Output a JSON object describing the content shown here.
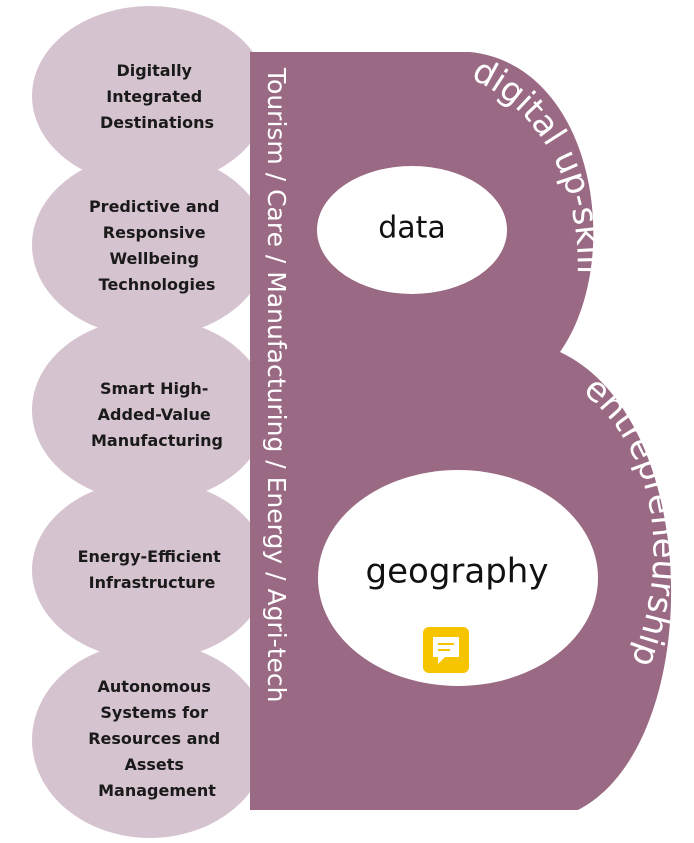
{
  "colors": {
    "lobe": "#d6c3d0",
    "band": "#9a6a84",
    "oval": "#ffffff",
    "lobe_text": "#1a1a1a",
    "band_text": "#ffffff",
    "comment_icon": "#f6c500"
  },
  "lobes": [
    {
      "lines": [
        "Digitally",
        "Integrated",
        "Destinations"
      ]
    },
    {
      "lines": [
        "Predictive and",
        "Responsive",
        "Wellbeing",
        "Technologies"
      ]
    },
    {
      "lines": [
        "Smart High-",
        "Added-Value",
        "Manufacturing"
      ]
    },
    {
      "lines": [
        "Energy-Efficient",
        "Infrastructure"
      ]
    },
    {
      "lines": [
        "Autonomous",
        "Systems for",
        "Resources and",
        "Assets",
        "Management"
      ]
    }
  ],
  "sectors_label": "Tourism / Care / Manufacturing / Energy / Agri-tech",
  "upper_arc_label": "digital up-skill",
  "lower_arc_label": "entrepreneurship",
  "upper_oval_label": "data",
  "lower_oval_label": "geography",
  "comment_icon": "comment-note-icon"
}
